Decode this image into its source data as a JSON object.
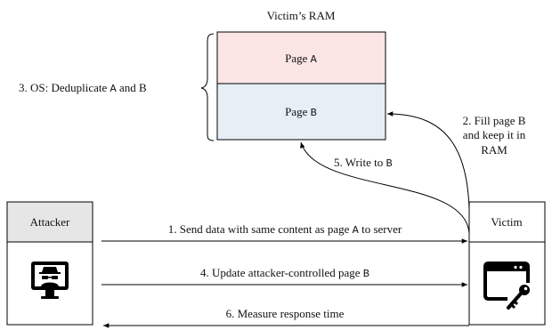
{
  "ram": {
    "title": "Victim’s RAM",
    "page_a": {
      "prefix": "Page ",
      "id": "A"
    },
    "page_b": {
      "prefix": "Page ",
      "id": "B"
    },
    "fill_a": "#fbe5e5",
    "fill_b": "#e6eef6"
  },
  "dedup_label": {
    "text": "3. OS: Deduplicate ",
    "id_a": "A",
    "middle": " and B"
  },
  "step2": {
    "line1": "2. Fill page B",
    "line2": "and keep it in",
    "line3": "RAM"
  },
  "step5": {
    "text": "5. Write to ",
    "id": "B"
  },
  "step1": {
    "text": "1. Send data with same content as page ",
    "id": "A",
    "suffix": " to server"
  },
  "step4": {
    "text": "4. Update attacker-controlled page ",
    "id": "B"
  },
  "step6": {
    "text": "6. Measure response time"
  },
  "attacker": {
    "label": "Attacker",
    "header_fill": "#e6e6e6",
    "icon": "spy-monitor-icon"
  },
  "victim": {
    "label": "Victim",
    "header_fill": "#e6e6e6",
    "icon": "browser-key-icon"
  }
}
